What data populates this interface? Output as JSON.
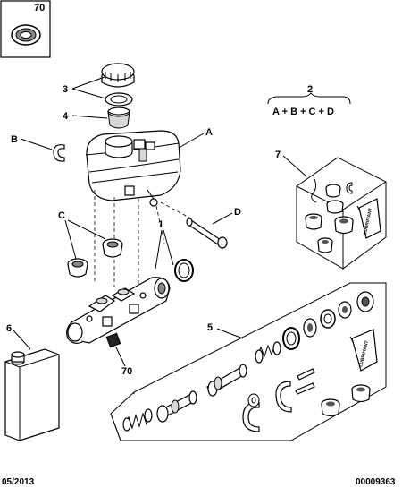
{
  "inset": {
    "ref": "70"
  },
  "formula": {
    "ref": "2",
    "expression": "A + B + C + D"
  },
  "callouts": {
    "c3": "3",
    "c4": "4",
    "cA": "A",
    "cB": "B",
    "cC": "C",
    "cD": "D",
    "c1": "1",
    "c7": "7",
    "c5": "5",
    "c6": "6",
    "c70": "70"
  },
  "kit_labels": {
    "lubrifiant": "LUBRIFIANT"
  },
  "footer": {
    "date": "05/2013",
    "doc_number": "00009363"
  }
}
